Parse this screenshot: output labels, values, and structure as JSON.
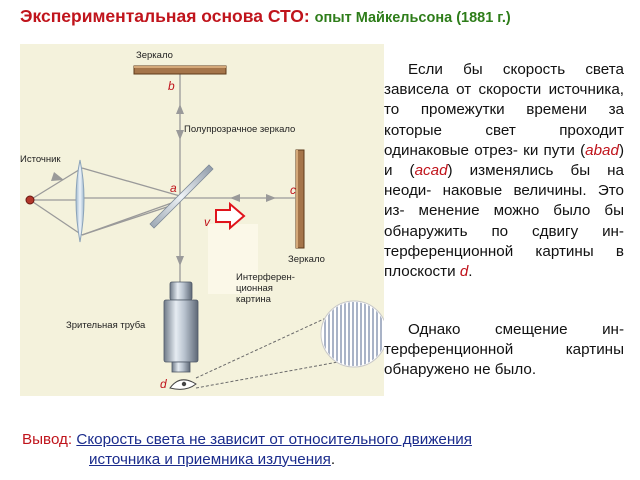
{
  "title": {
    "main": "Экспериментальная основа СТО:",
    "sub": "опыт Майкельсона (1881 г.)"
  },
  "diagram": {
    "labels": {
      "mirror_top": "Зеркало",
      "semi_mirror": "Полупрозрачное зеркало",
      "source": "Источник",
      "mirror_right": "Зеркало",
      "interference_1": "Интерферен-",
      "interference_2": "ционная",
      "interference_3": "картина",
      "telescope": "Зрительная труба"
    },
    "points": {
      "a": "a",
      "b": "b",
      "c": "c",
      "d": "d"
    },
    "velocity": "v",
    "colors": {
      "background": "#f4f2dc",
      "beam": "#9a9a9a",
      "label": "#c0141c",
      "mirror": "#7a5230",
      "arrow": "#e0141c"
    }
  },
  "text": {
    "p1_l1": "Если бы скорость света",
    "p1_l2": "зависела от скорости",
    "p1_l3": "источника, то промежутки",
    "p1_l4": "времени за которые свет",
    "p1_l5": "проходит одинаковые отрез-",
    "p1_l6a": "ки пути (",
    "p1_abad": "abad",
    "p1_l6b": ") и (",
    "p1_acad": "acad",
    "p1_l6c": ")",
    "p1_l7": "изменялись бы на неоди-",
    "p1_l8": "наковые величины. Это из-",
    "p1_l9": "менение можно было бы",
    "p1_l10": "обнаружить по сдвигу ин-",
    "p1_l11": "терференционной картины",
    "p1_l12a": "в плоскости ",
    "p1_d": "d",
    "p1_l12b": ".",
    "p2_l1": "Однако смещение ин-",
    "p2_l2": "терференционной картины",
    "p2_l3": "обнаружено не было."
  },
  "conclusion": {
    "label": "Вывод:",
    "line1": "Скорость света не зависит от относительного движения",
    "line2": "источника и приемника излучения",
    "period": "."
  }
}
